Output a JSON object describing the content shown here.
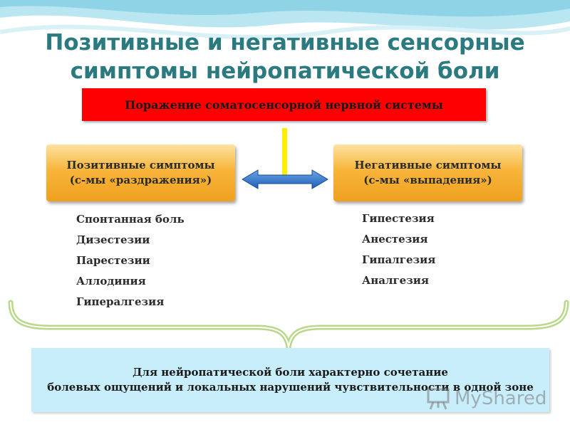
{
  "slide": {
    "title_line1": "Позитивные и негативные сенсорные",
    "title_line2": "симптомы нейропатической боли",
    "top_box": "Поражение соматосенсорной нервной системы",
    "positive": {
      "heading_line1": "Позитивные симптомы",
      "heading_line2": "(с-мы «раздражения»)",
      "items": [
        "Спонтанная боль",
        "Дизестезии",
        "Парестезии",
        "Аллодиния",
        "Гипералгезия"
      ]
    },
    "negative": {
      "heading_line1": "Негативные симптомы",
      "heading_line2": "(с-мы «выпадения»)",
      "items": [
        "Гипестезия",
        "Анестезия",
        "Гипалгезия",
        "Аналгезия"
      ]
    },
    "conclusion_line1": "Для нейропатической боли характерно сочетание",
    "conclusion_line2": "болевых ощущений и локальных нарушений чувствительности в одной зоне"
  },
  "watermark": {
    "text": "MyShared",
    "icon": "presentation-board-icon"
  },
  "colors": {
    "title": "#2a7a80",
    "top_box": "#ff0000",
    "connector": "#ffee00",
    "symptom_box": "#f7b53a",
    "arrow": "#2e6fc4",
    "conclusion_box": "#c9eefb"
  }
}
